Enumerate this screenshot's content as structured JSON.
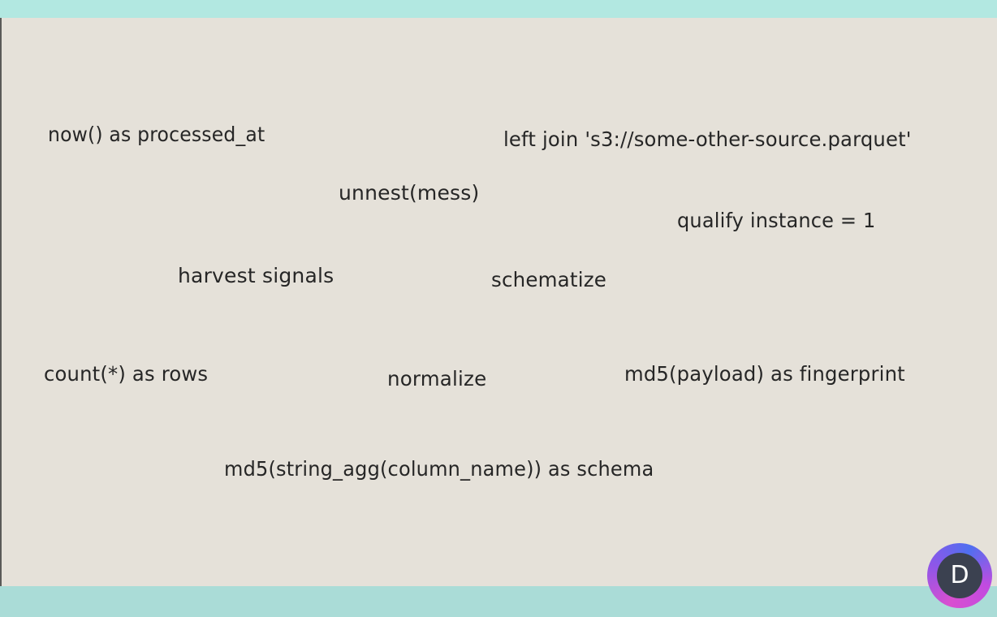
{
  "whiteboard": {
    "phrases": [
      "now() as processed_at",
      "left join 's3://some-other-source.parquet'",
      "unnest(mess)",
      "qualify instance = 1",
      "harvest signals",
      "schematize",
      "count(*) as rows",
      "normalize",
      "md5(payload) as fingerprint",
      "md5(string_agg(column_name)) as schema"
    ]
  },
  "participant": {
    "initial": "D"
  },
  "colors": {
    "canvas": "#e5e1d9",
    "top_bar": "#b2e8e1",
    "bottom_bar": "#aadcd7",
    "ink": "#262626",
    "avatar_bg": "#3b4150",
    "avatar_ring_accent": "#8f56e8"
  }
}
